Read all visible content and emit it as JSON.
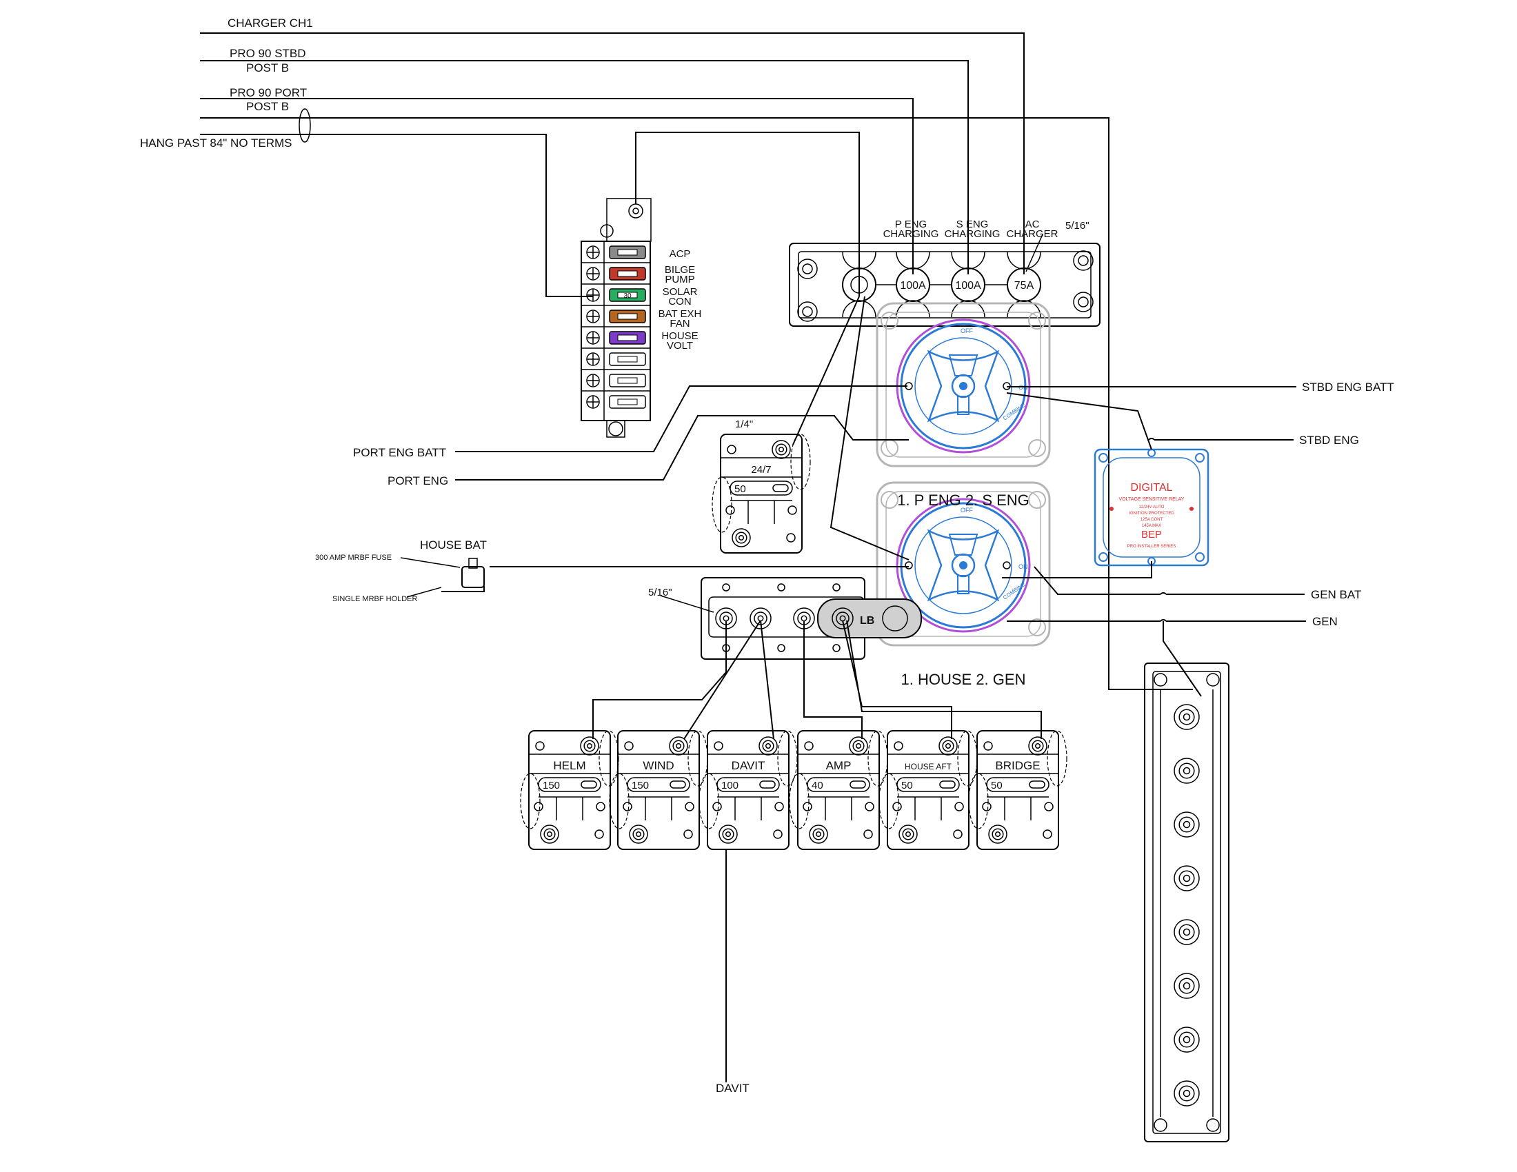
{
  "wire_labels": {
    "charger_ch1": "CHARGER CH1",
    "pro90_stbd_1": "PRO 90 STBD",
    "pro90_stbd_2": "POST B",
    "pro90_port_1": "PRO 90 PORT",
    "pro90_port_2": "POST B",
    "hang_past": "HANG PAST 84\" NO TERMS",
    "stbd_eng_batt": "STBD ENG BATT",
    "stbd_eng": "STBD ENG",
    "port_eng_batt": "PORT ENG BATT",
    "port_eng": "PORT ENG",
    "gen_bat": "GEN BAT",
    "gen": "GEN",
    "davit": "DAVIT"
  },
  "fuse_block": {
    "labels": [
      [
        "ACP"
      ],
      [
        "BILGE",
        "PUMP"
      ],
      [
        "SOLAR",
        "CON"
      ],
      [
        "BAT EXH",
        "FAN"
      ],
      [
        "HOUSE",
        "VOLT"
      ]
    ],
    "fuse_colors": [
      "#8a8a8a",
      "#c0392b",
      "#27ae60",
      "#b5651d",
      "#7d3cc8",
      "#ffffff",
      "#ffffff",
      "#ffffff"
    ],
    "fuse_values": [
      "",
      "",
      "30",
      "",
      ""
    ]
  },
  "fuse_panel": {
    "headers": [
      [
        "P ENG",
        "CHARGING"
      ],
      [
        "S ENG",
        "CHARGING"
      ],
      [
        "AC",
        "CHARGER"
      ]
    ],
    "size_note": "5/16\"",
    "ratings": [
      "",
      "100A",
      "100A",
      "75A"
    ]
  },
  "switches": {
    "top_caption": "1. P ENG 2. S ENG",
    "bottom_caption": "1. HOUSE 2. GEN",
    "off": "OFF",
    "on": "ON",
    "combine": "COMBINE"
  },
  "relay": {
    "title": "DIGITAL",
    "line1": "VOLTAGE SENSITIVE RELAY",
    "line2": "12/24V AUTO",
    "line3": "IGNITION PROTECTED",
    "line4": "125A CONT",
    "line5": "145A MAX",
    "brand": "BEP",
    "footer": "PRO INSTALLER SERIES"
  },
  "mrbf": {
    "house_bat": "HOUSE BAT",
    "fuse": "300 AMP MRBF FUSE",
    "holder": "SINGLE MRBF HOLDER"
  },
  "breaker_247": {
    "size_note": "1/4\"",
    "label": "24/7",
    "rating": "50"
  },
  "busbar": {
    "size_note": "5/16\"",
    "tag": "LB"
  },
  "breakers": [
    {
      "label": "HELM",
      "rating": "150"
    },
    {
      "label": "WIND",
      "rating": "150"
    },
    {
      "label": "DAVIT",
      "rating": "100"
    },
    {
      "label": "AMP",
      "rating": "40"
    },
    {
      "label": "HOUSE AFT",
      "rating": "50"
    },
    {
      "label": "BRIDGE",
      "rating": "50"
    }
  ],
  "colors": {
    "switch_blue": "#2b7bd6",
    "switch_ring": "#b04fd8",
    "relay_red": "#e03030",
    "relay_blue": "#2b7bd6",
    "housing_grey": "#b5b5b5"
  },
  "icons": {
    "stud": "bolt-stud-icon",
    "screw": "screw-icon"
  }
}
